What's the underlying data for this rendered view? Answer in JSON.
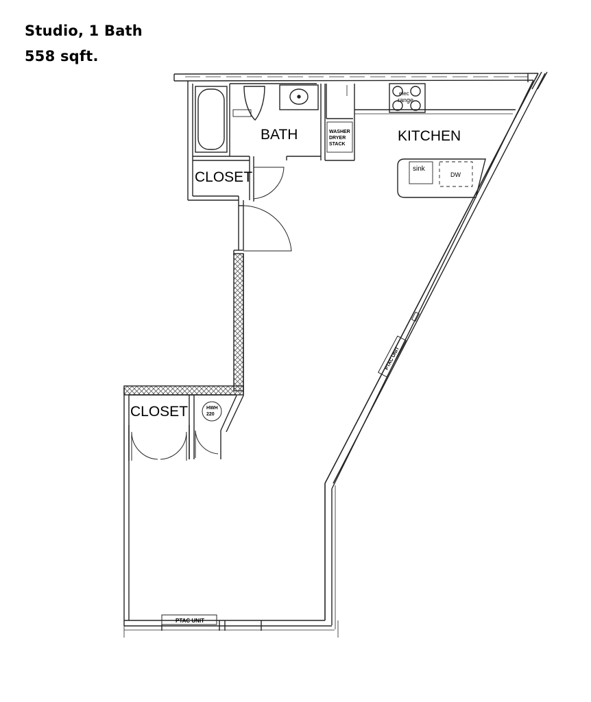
{
  "header": {
    "title": "Studio, 1 Bath",
    "area": "558 sqft."
  },
  "rooms": {
    "bath": "BATH",
    "kitchen": "KITCHEN",
    "closet_top": "CLOSET",
    "closet_bottom": "CLOSET"
  },
  "fixtures": {
    "range_line1": "elec",
    "range_line2": "range",
    "washer_line1": "WASHER",
    "washer_line2": "DRYER",
    "washer_line3": "STACK",
    "sink": "sink",
    "dishwasher": "DW",
    "hwh_line1": "HWH",
    "hwh_line2": "220",
    "ptac": "PTAC UNIT",
    "ptac_diag": "PTAC UNIT"
  }
}
